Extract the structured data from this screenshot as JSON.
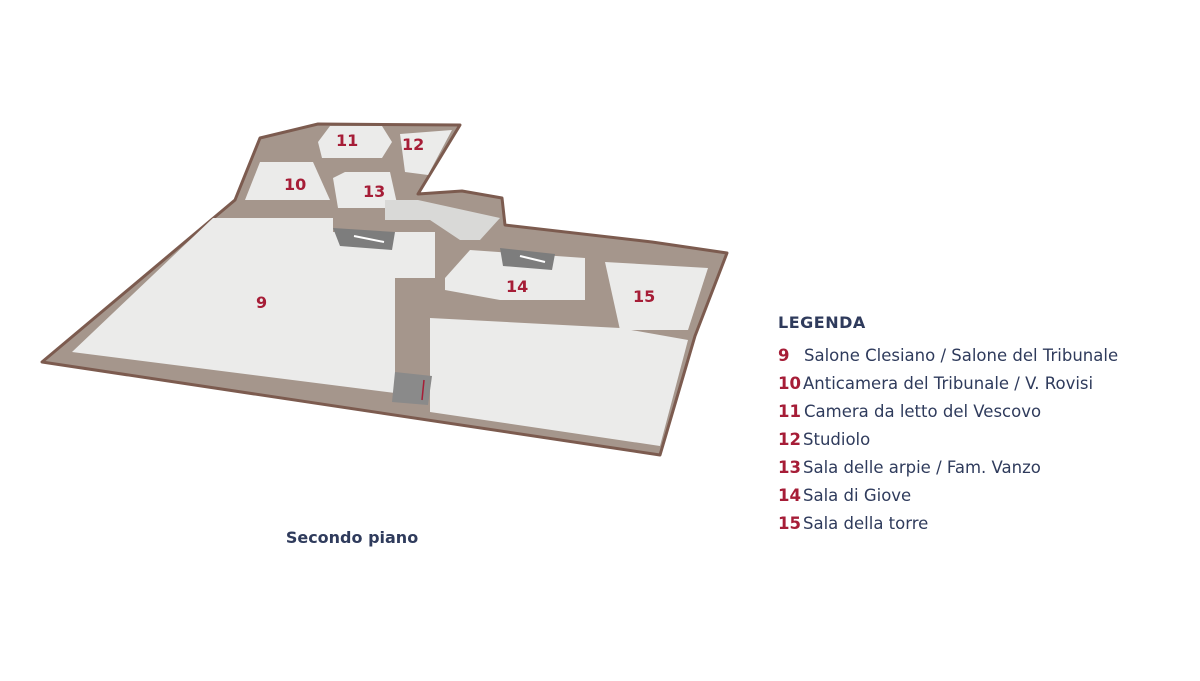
{
  "floor_label": "Secondo piano",
  "legend": {
    "title": "LEGENDA",
    "items": [
      {
        "number": "9",
        "label": "Salone Clesiano / Salone del Tribunale"
      },
      {
        "number": "10",
        "label": "Anticamera del Tribunale / V. Rovisi"
      },
      {
        "number": "11",
        "label": "Camera da letto del Vescovo"
      },
      {
        "number": "12",
        "label": "Studiolo"
      },
      {
        "number": "13",
        "label": "Sala delle arpie / Fam. Vanzo"
      },
      {
        "number": "14",
        "label": "Sala di Giove"
      },
      {
        "number": "15",
        "label": "Sala della torre"
      }
    ]
  },
  "rooms": [
    "9",
    "10",
    "11",
    "12",
    "13",
    "14",
    "15"
  ],
  "colors": {
    "wall": "#a5968c",
    "wall_edge": "#7c5b4f",
    "floor": "#ebebea",
    "corridor": "#d9d9d7",
    "accent": "#a61d37",
    "text": "#2f3b5c"
  }
}
